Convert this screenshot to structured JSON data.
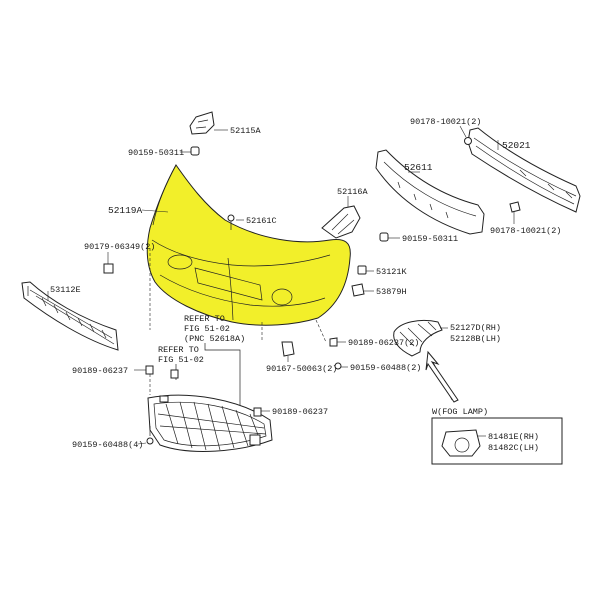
{
  "colors": {
    "highlight": "#f2ef2a",
    "line": "#222222",
    "background": "#ffffff"
  },
  "labels": {
    "p52119A": "52119A",
    "p52115A": "52115A",
    "p90159_50311_top": "90159-50311",
    "p52161C": "52161C",
    "p90179_06349": "90179-06349(2)",
    "p53112E": "53112E",
    "p52116A": "52116A",
    "p90159_50311_mid": "90159-50311",
    "p53121K": "53121K",
    "p53879H": "53879H",
    "p90178_10021_top": "90178-10021(2)",
    "p52021": "52021",
    "p52611": "52611",
    "p90178_10021_bot": "90178-10021(2)",
    "p52127D": "52127D(RH)",
    "p52128B": "52128B(LH)",
    "p90189_06237_r": "90189-06237(2)",
    "p90167_50063": "90167-50063(2)",
    "p90159_60488_r": "90159-60488(2)",
    "p90189_06237_l": "90189-06237",
    "p90189_06237_m": "90189-06237",
    "p90159_60488_l": "90159-60488(4)",
    "p81481E": "81481E(RH)",
    "p81482C": "81482C(LH)"
  },
  "refer1": {
    "l1": "REFER TO",
    "l2": "FIG 51-02",
    "l3": "(PNC 52618A)"
  },
  "refer2": {
    "l1": "REFER TO",
    "l2": "FIG 51-02"
  },
  "fog_lamp_label": "W(FOG LAMP)"
}
